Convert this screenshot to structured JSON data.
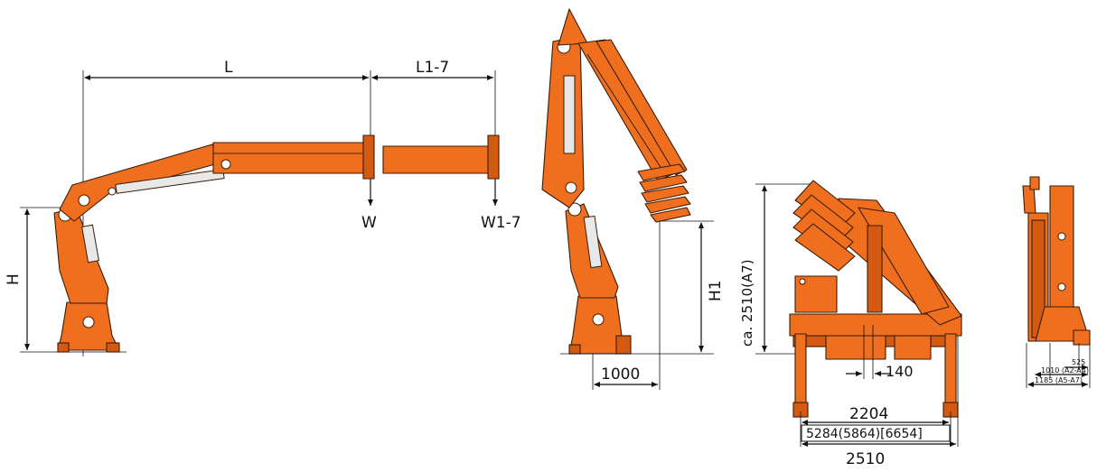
{
  "diagram": {
    "colors": {
      "crane_body": "#ef6f1f",
      "crane_shade": "#d45a12",
      "cylinder": "#e8e8e8",
      "lines": "#111111"
    },
    "side_view": {
      "label_L": "L",
      "label_L17": "L1-7",
      "label_W": "W",
      "label_W17": "W1-7",
      "label_H": "H"
    },
    "folded_view": {
      "label_H1": "H1",
      "dim_1000": "1000"
    },
    "front_view": {
      "dim_height": "ca. 2510(A7)",
      "dim_140": "140",
      "dim_2204": "2204",
      "dim_outrigger": "5284(5864)[6654]",
      "dim_2510": "2510"
    },
    "end_view": {
      "dim_525": "525",
      "dim_1010": "1010 (A2-A4)",
      "dim_1185": "1185 (A5-A7)"
    }
  }
}
